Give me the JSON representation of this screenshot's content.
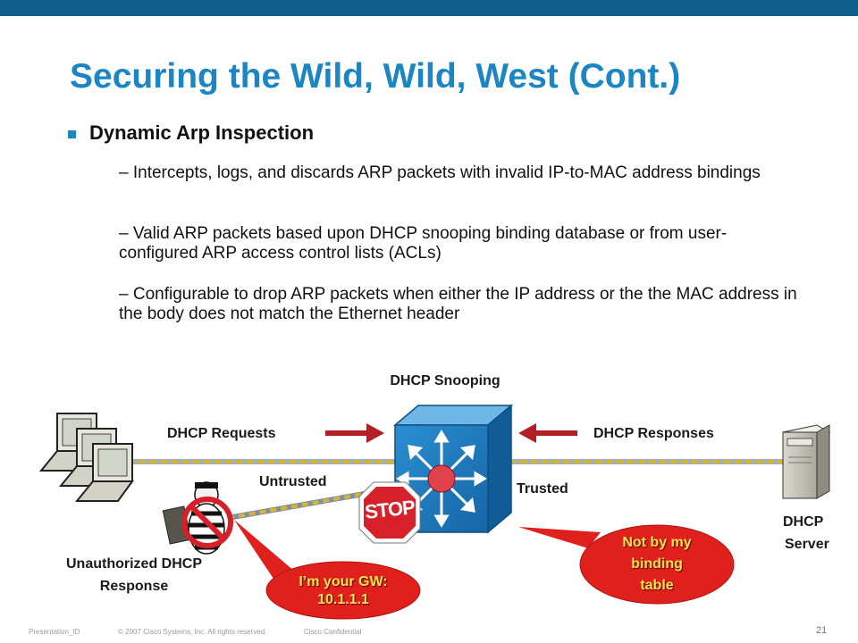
{
  "slide": {
    "title": "Securing the Wild, Wild, West (Cont.)",
    "bullet": "Dynamic Arp Inspection",
    "subpoints": [
      "– Intercepts, logs, and discards ARP packets with invalid IP-to-MAC address bindings",
      "– Valid ARP packets based upon DHCP snooping binding database or from user-configured ARP access control lists (ACLs)",
      "– Configurable to drop ARP packets when either the IP address or the the MAC address in the body does not match the Ethernet header"
    ]
  },
  "diagram": {
    "snooping_label": "DHCP Snooping",
    "requests_label": "DHCP Requests",
    "responses_label": "DHCP Responses",
    "untrusted_label": "Untrusted",
    "trusted_label": "Trusted",
    "server_label_line1": "DHCP",
    "server_label_line2": "Server",
    "unauth_line1": "Unauthorized DHCP",
    "unauth_line2": "Response",
    "stop_sign": "STOP",
    "bubble_gw_line1": "I’m your GW:",
    "bubble_gw_line2": "10.1.1.1",
    "bubble_nb_line1": "Not by my",
    "bubble_nb_line2": "binding",
    "bubble_nb_line3": "table"
  },
  "footer": {
    "presentation_id": "Presentation_ID",
    "copyright": "© 2007 Cisco Systems, Inc. All rights reserved.",
    "confidential": "Cisco Confidential",
    "page": "21"
  },
  "colors": {
    "title": "#1a86c4",
    "topbar": "#0d5f8a",
    "switch": "#1f7fc0",
    "arrow": "#b21f24",
    "bubble": "#e0201c",
    "bubble_text": "#ffe44a",
    "cable": "#d8b530"
  },
  "icons": [
    "laptop-icon",
    "server-icon",
    "switch-icon",
    "stop-sign-icon",
    "hacker-icon",
    "no-symbol-icon",
    "arrow-right-icon",
    "arrow-left-icon"
  ]
}
